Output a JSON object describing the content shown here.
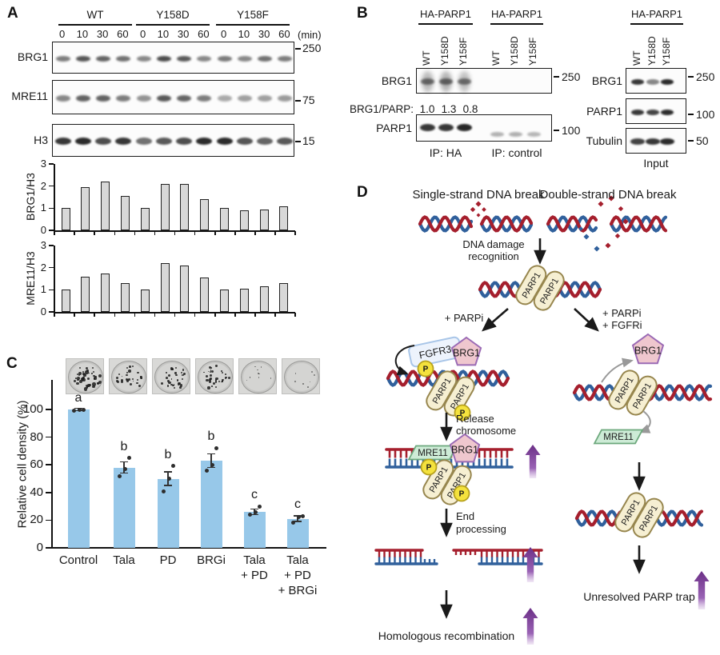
{
  "panels": {
    "a": "A",
    "b": "B",
    "c": "C",
    "d": "D"
  },
  "panel_a": {
    "groups": [
      "WT",
      "Y158D",
      "Y158F"
    ],
    "timepoints": [
      "0",
      "10",
      "30",
      "60"
    ],
    "min_label": "(min)",
    "blots": [
      {
        "label": "BRG1",
        "mw": "250",
        "bands": [
          0.55,
          0.72,
          0.66,
          0.6,
          0.5,
          0.76,
          0.7,
          0.5,
          0.56,
          0.5,
          0.6,
          0.55
        ]
      },
      {
        "label": "MRE11",
        "mw": "75",
        "bands": [
          0.5,
          0.66,
          0.66,
          0.55,
          0.45,
          0.7,
          0.65,
          0.55,
          0.35,
          0.4,
          0.4,
          0.42
        ]
      },
      {
        "label": "H3",
        "mw": "15",
        "bands": [
          0.85,
          0.9,
          0.75,
          0.85,
          0.6,
          0.7,
          0.75,
          0.9,
          0.9,
          0.72,
          0.65,
          0.7
        ]
      }
    ]
  },
  "chart_data": [
    {
      "type": "bar",
      "title": "BRG1/H3 densitometry",
      "ylabel": "BRG1/H3",
      "categories": [
        "WT 0",
        "WT 10",
        "WT 30",
        "WT 60",
        "Y158D 0",
        "Y158D 10",
        "Y158D 30",
        "Y158D 60",
        "Y158F 0",
        "Y158F 10",
        "Y158F 30",
        "Y158F 60"
      ],
      "values": [
        1.0,
        1.95,
        2.2,
        1.55,
        1.0,
        2.1,
        2.1,
        1.4,
        1.0,
        0.9,
        0.95,
        1.1
      ],
      "xlabel": "",
      "ylim": [
        0,
        3
      ],
      "yticks": [
        0,
        1,
        2,
        3
      ],
      "grid": false
    },
    {
      "type": "bar",
      "title": "MRE11/H3 densitometry",
      "ylabel": "MRE11/H3",
      "categories": [
        "WT 0",
        "WT 10",
        "WT 30",
        "WT 60",
        "Y158D 0",
        "Y158D 10",
        "Y158D 30",
        "Y158D 60",
        "Y158F 0",
        "Y158F 10",
        "Y158F 30",
        "Y158F 60"
      ],
      "values": [
        1.0,
        1.6,
        1.75,
        1.3,
        1.0,
        2.2,
        2.1,
        1.55,
        1.0,
        1.05,
        1.15,
        1.3
      ],
      "xlabel": "",
      "ylim": [
        0,
        3
      ],
      "yticks": [
        0,
        1,
        2,
        3
      ],
      "grid": false
    },
    {
      "type": "bar",
      "title": "Colony formation",
      "ylabel": "Relative cell density (%)",
      "categories": [
        "Control",
        "Tala",
        "PD",
        "BRGi",
        "Tala + PD",
        "Tala + PD + BRGi"
      ],
      "tick_lines": [
        [
          "Control"
        ],
        [
          "Tala"
        ],
        [
          "PD"
        ],
        [
          "BRGi"
        ],
        [
          "Tala",
          "+ PD"
        ],
        [
          "Tala",
          "+ PD",
          "+ BRGi"
        ]
      ],
      "values": [
        100,
        58,
        50,
        63,
        26,
        21
      ],
      "errors": [
        1,
        4,
        5,
        5,
        2,
        2
      ],
      "sig_letters": [
        "a",
        "b",
        "b",
        "b",
        "c",
        "c"
      ],
      "points": [
        [
          99,
          100,
          100
        ],
        [
          52,
          57,
          65
        ],
        [
          41,
          50,
          59
        ],
        [
          56,
          60,
          72
        ],
        [
          24,
          26,
          30
        ],
        [
          18,
          22,
          23
        ]
      ],
      "xlabel": "",
      "ylim": [
        0,
        120
      ],
      "yticks": [
        0,
        20,
        40,
        60,
        80,
        100
      ],
      "grid": false
    }
  ],
  "panel_b": {
    "ip_header": "HA-PARP1",
    "lanes": [
      "WT",
      "Y158D",
      "Y158F"
    ],
    "brg1_label": "BRG1",
    "parp1_label": "PARP1",
    "mw_250": "250",
    "mw_100": "100",
    "ratio_label": "BRG1/PARP:",
    "ratios": [
      "1.0",
      "1.3",
      "0.8"
    ],
    "ip_ha": "IP: HA",
    "ip_control": "IP: control",
    "ip_bands": {
      "brg1": [
        0.5,
        0.6,
        0.42
      ],
      "parp1_ha": [
        0.85,
        0.85,
        0.92
      ],
      "parp1_control": [
        0.32,
        0.33,
        0.3
      ]
    },
    "input": {
      "header": "HA-PARP1",
      "blots": [
        {
          "label": "BRG1",
          "mw": "250",
          "bands": [
            0.85,
            0.5,
            0.9
          ]
        },
        {
          "label": "PARP1",
          "mw": "100",
          "bands": [
            0.85,
            0.8,
            0.9
          ]
        },
        {
          "label": "Tubulin",
          "mw": "50",
          "bands": [
            0.8,
            0.85,
            0.9
          ]
        }
      ],
      "footer": "Input"
    }
  },
  "panel_c": {
    "dish_colonies": [
      42,
      26,
      30,
      32,
      10,
      7
    ]
  },
  "panel_d": {
    "ssb_title": "Single-strand DNA break",
    "dsb_title": "Double-strand DNA break",
    "damage_line1": "DNA damage",
    "damage_line2": "recognition",
    "parpi": "+ PARPi",
    "parpi2_line1": "+ PARPi",
    "parpi2_line2": "+ FGFRi",
    "fgfr3": "FGFR3",
    "brg1": "BRG1",
    "parp1": "PARP1",
    "p": "P",
    "mre11": "MRE11",
    "release_line1": "Release",
    "release_line2": "chromosome",
    "end_line1": "End",
    "end_line2": "processing",
    "hr": "Homologous recombination",
    "trap": "Unresolved PARP trap"
  },
  "colors": {
    "bar_blue": "#97C8E9",
    "gray_bar": "#D8D8D8",
    "dna_red": "#A51F2D",
    "dna_blue": "#30609C",
    "purple_dark": "#6B2F86",
    "purple_light": "#B77FCB",
    "parp_fill": "#F6EFD2",
    "parp_stroke": "#97864E",
    "brg1_fill": "#EFC7CE",
    "brg1_stroke": "#9B6BB5",
    "fgfr3_fill": "#EDF3FC",
    "fgfr3_stroke": "#A9C6E8",
    "p_fill": "#F4E23D",
    "p_stroke": "#B7A11C",
    "mre11_fill": "#CDEBD6",
    "mre11_stroke": "#6CA87C"
  }
}
